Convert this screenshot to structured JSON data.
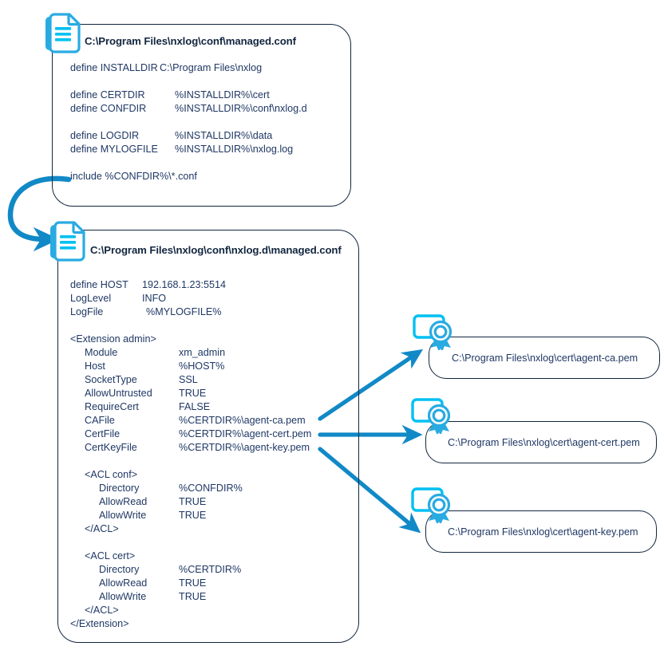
{
  "diagram": {
    "title": "nxlog managed configuration file relationships",
    "colors": {
      "icon_outline": "#29abe2",
      "icon_fill": "#00c0f3",
      "arrow": "#1189c7",
      "card_border": "#12263f",
      "text": "#1f3864",
      "title_text": "#12263f",
      "background": "#ffffff"
    }
  },
  "cards": [
    {
      "id": "managed",
      "icon": "document-icon",
      "title": "C:\\Program Files\\nxlog\\conf\\managed.conf",
      "lines": [
        {
          "key": "define INSTALLDIR",
          "value": "C:\\Program Files\\nxlog",
          "indent": 0,
          "key_width": 112
        },
        {
          "key": "",
          "value": "",
          "indent": 0,
          "key_width": 112
        },
        {
          "key": "define CERTDIR",
          "value": "%INSTALLDIR%\\cert",
          "indent": 0,
          "key_width": 131
        },
        {
          "key": "define CONFDIR",
          "value": "%INSTALLDIR%\\conf\\nxlog.d",
          "indent": 0,
          "key_width": 131
        },
        {
          "key": "",
          "value": "",
          "indent": 0,
          "key_width": 131
        },
        {
          "key": "define LOGDIR",
          "value": "%INSTALLDIR%\\data",
          "indent": 0,
          "key_width": 131
        },
        {
          "key": "define MYLOGFILE",
          "value": "%INSTALLDIR%\\nxlog.log",
          "indent": 0,
          "key_width": 131
        },
        {
          "key": "",
          "value": "",
          "indent": 0,
          "key_width": 131
        },
        {
          "key": "include %CONFDIR%\\*.conf",
          "value": "",
          "indent": 0,
          "key_width": 0
        }
      ]
    },
    {
      "id": "nxlogd",
      "icon": "document-icon",
      "title": "C:\\Program Files\\nxlog\\conf\\nxlog.d\\managed.conf",
      "lines": [
        {
          "key": "define HOST",
          "value": "192.168.1.23:5514",
          "indent": 0,
          "key_width": 90
        },
        {
          "key": "LogLevel",
          "value": "INFO",
          "indent": 0,
          "key_width": 90
        },
        {
          "key": "LogFile",
          "value": "%MYLOGFILE%",
          "indent": 0,
          "key_width": 95
        },
        {
          "key": "",
          "value": "",
          "indent": 0,
          "key_width": 90
        },
        {
          "key": "<Extension admin>",
          "value": "",
          "indent": 0,
          "key_width": 0
        },
        {
          "key": "Module",
          "value": "xm_admin",
          "indent": 18,
          "key_width": 118
        },
        {
          "key": "Host",
          "value": "%HOST%",
          "indent": 18,
          "key_width": 118
        },
        {
          "key": "SocketType",
          "value": "SSL",
          "indent": 18,
          "key_width": 118
        },
        {
          "key": "AllowUntrusted",
          "value": "TRUE",
          "indent": 18,
          "key_width": 118
        },
        {
          "key": "RequireCert",
          "value": "FALSE",
          "indent": 18,
          "key_width": 118
        },
        {
          "key": "CAFile",
          "value": "%CERTDIR%\\agent-ca.pem",
          "indent": 18,
          "key_width": 118
        },
        {
          "key": "CertFile",
          "value": "%CERTDIR%\\agent-cert.pem",
          "indent": 18,
          "key_width": 118
        },
        {
          "key": "CertKeyFile",
          "value": "%CERTDIR%\\agent-key.pem",
          "indent": 18,
          "key_width": 118
        },
        {
          "key": "",
          "value": "",
          "indent": 18,
          "key_width": 118
        },
        {
          "key": "<ACL conf>",
          "value": "",
          "indent": 18,
          "key_width": 0
        },
        {
          "key": "Directory",
          "value": "%CONFDIR%",
          "indent": 36,
          "key_width": 100
        },
        {
          "key": "AllowRead",
          "value": "TRUE",
          "indent": 36,
          "key_width": 100
        },
        {
          "key": "AllowWrite",
          "value": "TRUE",
          "indent": 36,
          "key_width": 100
        },
        {
          "key": "</ACL>",
          "value": "",
          "indent": 18,
          "key_width": 0
        },
        {
          "key": "",
          "value": "",
          "indent": 18,
          "key_width": 0
        },
        {
          "key": "<ACL cert>",
          "value": "",
          "indent": 18,
          "key_width": 0
        },
        {
          "key": "Directory",
          "value": "%CERTDIR%",
          "indent": 36,
          "key_width": 100
        },
        {
          "key": "AllowRead",
          "value": "TRUE",
          "indent": 36,
          "key_width": 100
        },
        {
          "key": "AllowWrite",
          "value": "TRUE",
          "indent": 36,
          "key_width": 100
        },
        {
          "key": "</ACL>",
          "value": "",
          "indent": 18,
          "key_width": 0
        },
        {
          "key": "</Extension>",
          "value": "",
          "indent": 0,
          "key_width": 0
        }
      ]
    }
  ],
  "cert_files": [
    {
      "icon": "certificate-icon",
      "label": "C:\\Program Files\\nxlog\\cert\\agent-ca.pem"
    },
    {
      "icon": "certificate-icon",
      "label": "C:\\Program Files\\nxlog\\cert\\agent-cert.pem"
    },
    {
      "icon": "certificate-icon",
      "label": "C:\\Program Files\\nxlog\\cert\\agent-key.pem"
    }
  ],
  "connectors": [
    {
      "name": "include-curved-arrow",
      "from": "include %CONFDIR%\\*.conf",
      "to": "nxlog.d document icon",
      "style": "curved"
    },
    {
      "name": "cafile-arrow",
      "from": "CAFile",
      "to": "agent-ca.pem",
      "style": "straight-up"
    },
    {
      "name": "certfile-arrow",
      "from": "CertFile",
      "to": "agent-cert.pem",
      "style": "straight"
    },
    {
      "name": "certkeyfile-arrow",
      "from": "CertKeyFile",
      "to": "agent-key.pem",
      "style": "straight-down"
    }
  ]
}
